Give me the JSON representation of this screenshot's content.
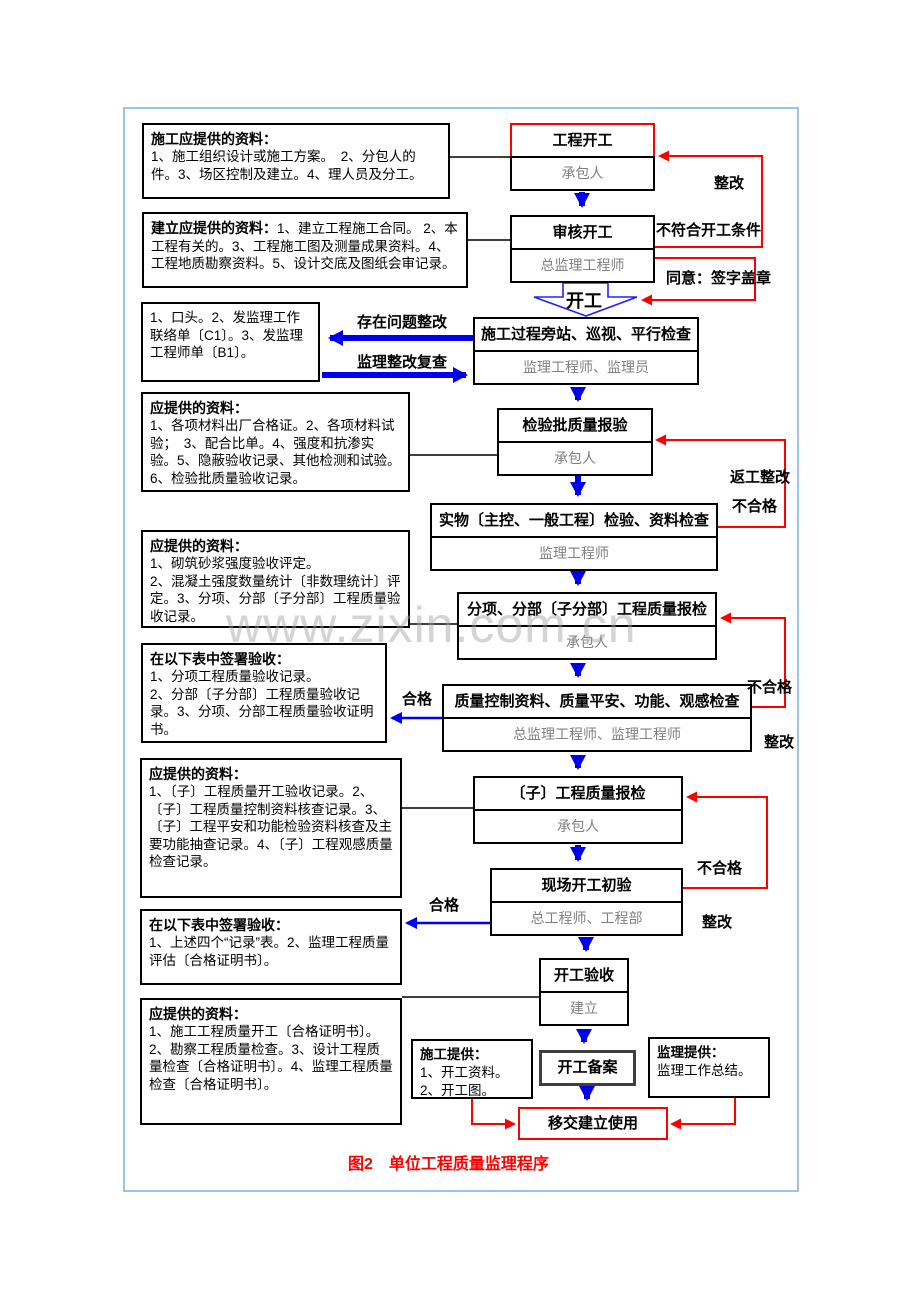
{
  "watermark": "www.zixin.com.cn",
  "caption": "图2　单位工程质量监理程序",
  "notes": [
    {
      "title": "施工应提供的资料：",
      "body": "1、施工组织设计或施工方案。　2、分包人的件。3、场区控制及建立。4、理人员及分工。"
    },
    {
      "title": "建立应提供的资料：",
      "body": "1、建立工程施工合同。 2、本工程有关的。3、工程施工图及测量成果资料。4、工程地质勘察资料。5、设计交底及图纸会审记录。"
    },
    {
      "title": "",
      "body": "1、口头。2、发监理工作联络单〔C1〕。3、发监理工程师单〔B1〕。"
    },
    {
      "title": "应提供的资料：",
      "body": "1、各项材料出厂合格证。2、各项材料试验；　3、配合比单。4、强度和抗渗实验。5、隐蔽验收记录、其他检测和试验。6、检验批质量验收记录。"
    },
    {
      "title": "应提供的资料：",
      "body": "1、砌筑砂浆强度验收评定。\n2、混凝土强度数量统计〔非数理统计〕评定。3、分项、分部〔子分部〕工程质量验收记录。"
    },
    {
      "title": "在以下表中签署验收：",
      "body": "1、分项工程质量验收记录。\n2、分部〔子分部〕工程质量验收记录。3、分项、分部工程质量验收证明书。"
    },
    {
      "title": "应提供的资料：",
      "body": "1、〔子〕工程质量开工验收记录。2、〔子〕工程质量控制资料核查记录。3、〔子〕工程平安和功能检验资料核查及主要功能抽查记录。4、〔子〕工程观感质量检查记录。"
    },
    {
      "title": "在以下表中签署验收：",
      "body": "1、上述四个“记录”表。2、监理工程质量评估〔合格证明书〕。"
    },
    {
      "title": "应提供的资料：",
      "body": "1、施工工程质量开工〔合格证明书〕。2、勘察工程质量检查。3、设计工程质量检查〔合格证明书〕。4、监理工程质量检查〔合格证明书〕。"
    }
  ],
  "flow": [
    {
      "label": "工程开工",
      "actor": "承包人"
    },
    {
      "label": "审核开工",
      "actor": "总监理工程师"
    },
    {
      "label": "施工过程旁站、巡视、平行检查",
      "actor": "监理工程师、监理员"
    },
    {
      "label": "检验批质量报验",
      "actor": "承包人"
    },
    {
      "label": "实物〔主控、一般工程〕检验、资料检查",
      "actor": "监理工程师"
    },
    {
      "label": "分项、分部〔子分部〕工程质量报检",
      "actor": "承包人"
    },
    {
      "label": "质量控制资料、质量平安、功能、观感检查",
      "actor": "总监理工程师、监理工程师"
    },
    {
      "label": "〔子〕工程质量报检",
      "actor": "承包人"
    },
    {
      "label": "现场开工初验",
      "actor": "总工程师、工程部"
    },
    {
      "label": "开工验收",
      "actor": "建立"
    },
    {
      "label": "开工备案",
      "actor": ""
    },
    {
      "label": "移交建立使用",
      "actor": ""
    }
  ],
  "labels": {
    "rectify_top": "整改",
    "not_qualified_start": "不符合开工条件",
    "agree_sign": "同意：签字盖章",
    "start_work": "开工",
    "problem_rectify": "存在问题整改",
    "supervisor_recheck": "监理整改复查",
    "rework_rectify": "返工整改",
    "fail_a": "不合格",
    "fail_b": "不合格",
    "rectify_mid": "整改",
    "pass_a": "合格",
    "fail_c": "不合格",
    "rectify_low": "整改",
    "pass_b": "合格"
  },
  "providers": [
    {
      "title": "施工提供：",
      "body": "1、开工资料。\n2、开工图。"
    },
    {
      "title": "监理提供：",
      "body": "监理工作总结。"
    }
  ],
  "colors": {
    "flow_blue": "#0000ee",
    "flow_red": "#ff0000",
    "frame_border": "#9dc3e6",
    "actor_gray": "#808080",
    "caption_red": "#ff0000"
  }
}
